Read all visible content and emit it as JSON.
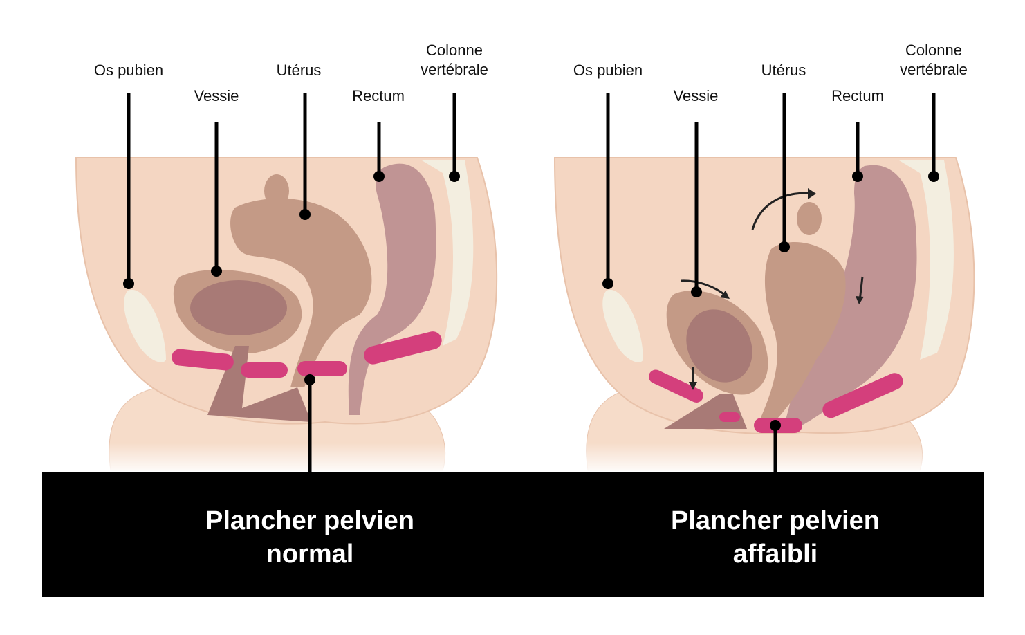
{
  "left_panel": {
    "labels": {
      "pubic_bone": "Os pubien",
      "bladder": "Vessie",
      "uterus": "Utérus",
      "rectum": "Rectum",
      "spine_line1": "Colonne",
      "spine_line2": "vertébrale"
    },
    "title_line1": "Plancher pelvien",
    "title_line2": "normal"
  },
  "right_panel": {
    "labels": {
      "pubic_bone": "Os pubien",
      "bladder": "Vessie",
      "uterus": "Utérus",
      "rectum": "Rectum",
      "spine_line1": "Colonne",
      "spine_line2": "vertébrale"
    },
    "title_line1": "Plancher pelvien",
    "title_line2": "affaibli"
  },
  "colors": {
    "skin": "#f4d6c2",
    "organ": "#c49a86",
    "bladder_inner": "#a87a76",
    "rectum": "#c09494",
    "muscle": "#d43f7c",
    "bone": "#f3eee0",
    "banner": "#000000"
  }
}
